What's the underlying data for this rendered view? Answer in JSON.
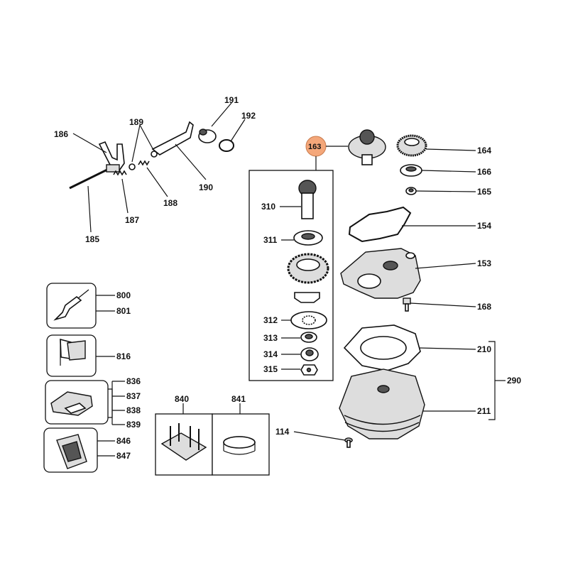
{
  "diagram": {
    "highlight_color": "#f4a77a",
    "highlight_label": "163",
    "labels": {
      "l185": "185",
      "l186": "186",
      "l187": "187",
      "l188": "188",
      "l189": "189",
      "l190": "190",
      "l191": "191",
      "l192": "192",
      "l164": "164",
      "l166": "166",
      "l165": "165",
      "l154": "154",
      "l153": "153",
      "l168": "168",
      "l210": "210",
      "l211": "211",
      "l290": "290",
      "l114": "114",
      "l310": "310",
      "l311": "311",
      "l312": "312",
      "l313": "313",
      "l314": "314",
      "l315": "315",
      "l800": "800",
      "l801": "801",
      "l816": "816",
      "l836": "836",
      "l837": "837",
      "l838": "838",
      "l839": "839",
      "l846": "846",
      "l847": "847",
      "l840": "840",
      "l841": "841"
    }
  }
}
